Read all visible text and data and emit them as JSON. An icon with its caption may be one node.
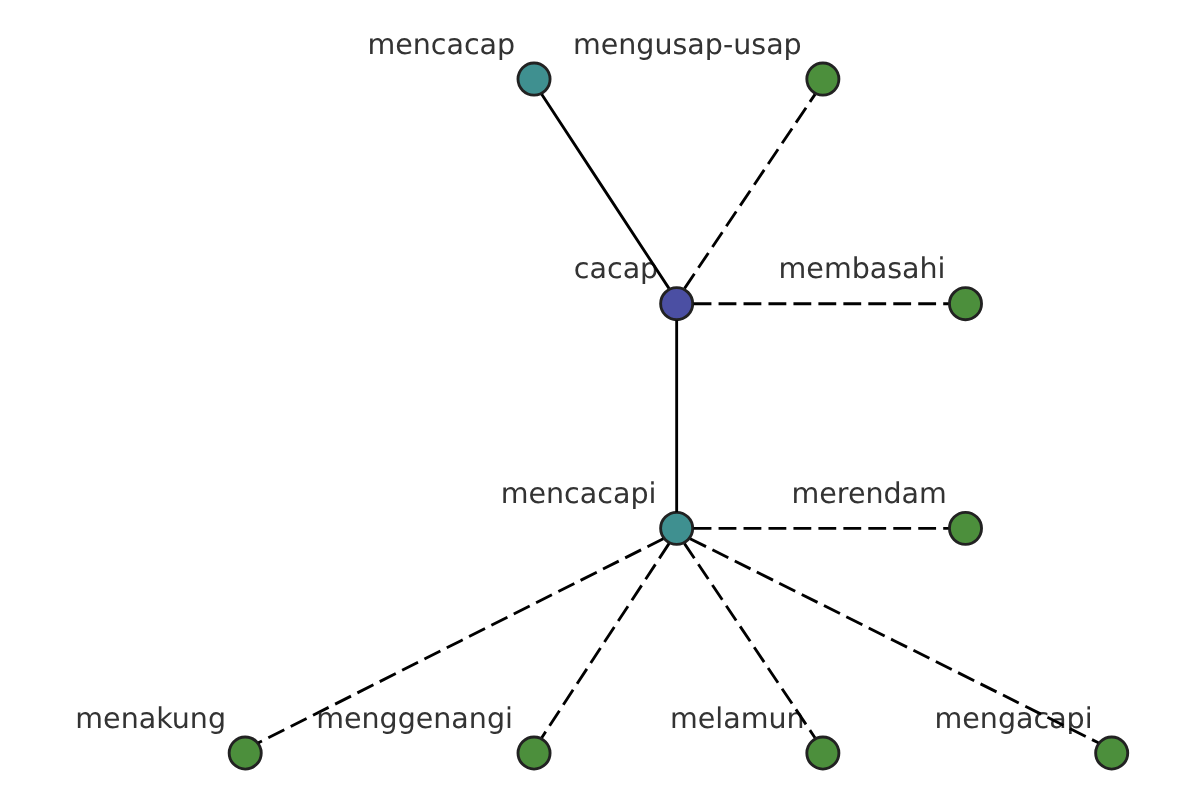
{
  "diagram": {
    "nodes": [
      {
        "text": [
          "cacap"
        ]
      },
      {
        "text": [
          "mencacap"
        ]
      },
      {
        "text": [
          "mengusap-usap"
        ]
      },
      {
        "text": [
          "membasahi"
        ]
      },
      {
        "text": [
          "mencacapi"
        ]
      },
      {
        "text": [
          "merendam"
        ]
      },
      {
        "text": [
          "menakung"
        ]
      },
      {
        "text": [
          "menggenangi"
        ]
      },
      {
        "text": [
          "melamun"
        ]
      },
      {
        "text": [
          "mengacapi"
        ]
      }
    ],
    "edges": [
      {
        "from": 0,
        "to": 1,
        "arrow": "none"
      },
      {
        "from": 0,
        "to": 2,
        "arrow": "none",
        "style": "dashed"
      },
      {
        "from": 0,
        "to": 3,
        "arrow": "none",
        "style": "dashed"
      },
      {
        "from": 0,
        "to": 4,
        "arrow": "none"
      },
      {
        "from": 4,
        "to": 5,
        "arrow": "none",
        "style": "dashed"
      },
      {
        "from": 4,
        "to": 6,
        "arrow": "none",
        "style": "dashed"
      },
      {
        "from": 4,
        "to": 7,
        "arrow": "none",
        "style": "dashed"
      },
      {
        "from": 4,
        "to": 8,
        "arrow": "none",
        "style": "dashed"
      },
      {
        "from": 4,
        "to": 9,
        "arrow": "none",
        "style": "dashed"
      }
    ]
  }
}
